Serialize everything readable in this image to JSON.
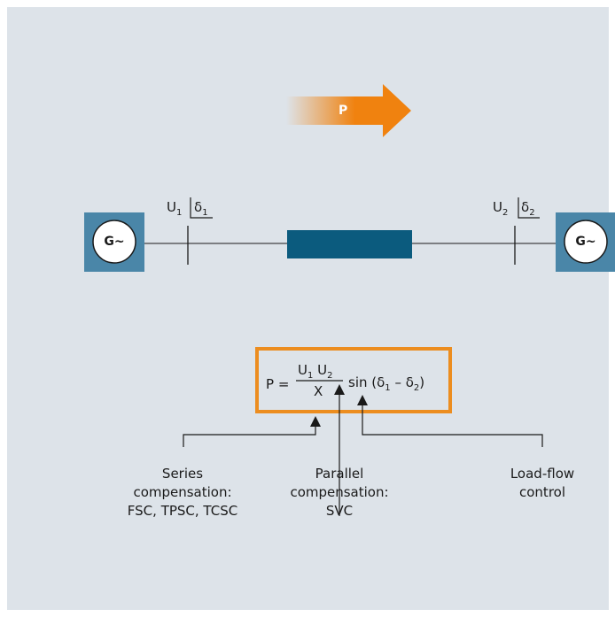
{
  "flow": {
    "label": "P"
  },
  "bus_left": {
    "voltage": "U",
    "voltage_sub": "1",
    "angle": "δ",
    "angle_sub": "1"
  },
  "bus_right": {
    "voltage": "U",
    "voltage_sub": "2",
    "angle": "δ",
    "angle_sub": "2"
  },
  "generator_left": {
    "label": "G~"
  },
  "generator_right": {
    "label": "G~"
  },
  "formula": {
    "lhs": "P =",
    "num_u1": "U",
    "num_u1_sub": "1",
    "num_u2": "U",
    "num_u2_sub": "2",
    "den": "X",
    "sin_text": "sin (δ",
    "sub1": "1",
    "minus": " – δ",
    "sub2": "2",
    "close": ")"
  },
  "descriptions": {
    "series": [
      "Series",
      "compensation:",
      "FSC, TPSC, TCSC"
    ],
    "parallel": [
      "Parallel",
      "compensation:",
      "SVC"
    ],
    "loadflow": [
      "Load-flow",
      "control"
    ]
  },
  "colors": {
    "background": "#dde3e9",
    "generator_box": "#4a86a8",
    "line_block": "#0b5b7e",
    "formula_border": "#ec8d1f",
    "arrow_orange": "#f0820f"
  }
}
